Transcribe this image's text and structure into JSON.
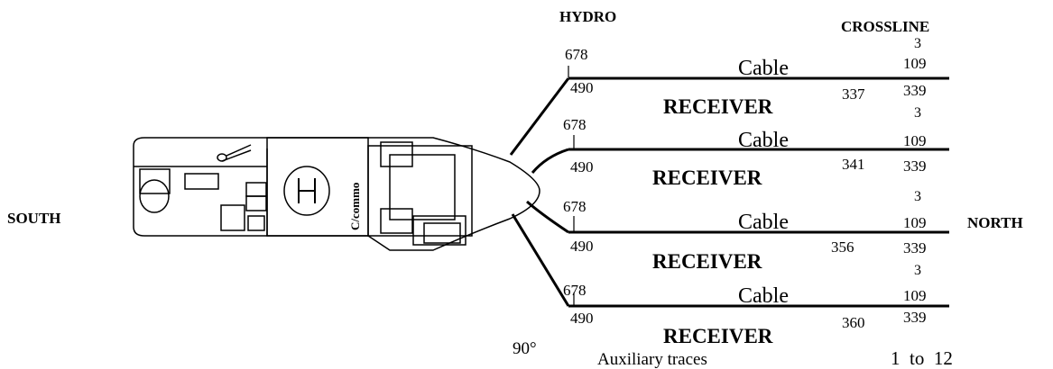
{
  "labels": {
    "hydro": "HYDRO",
    "crossline": "CROSSLINE",
    "south": "SOUTH",
    "north": "NORTH",
    "angle": "90°",
    "auxiliary": "Auxiliary traces",
    "aux_range": "1  to  12"
  },
  "vessel": {
    "helipad_letter": "H",
    "compartment_label": "C/commo"
  },
  "streamers": [
    {
      "hydro_top": "678",
      "hydro_bottom": "490",
      "cable_label": "Cable",
      "receiver_label": "RECEIVER",
      "cross_top": "3",
      "cross_mid": "109",
      "cross_bottom": "339",
      "mid_value": "337"
    },
    {
      "hydro_top": "678",
      "hydro_bottom": "490",
      "cable_label": "Cable",
      "receiver_label": "RECEIVER",
      "cross_top": "3",
      "cross_mid": "109",
      "cross_bottom": "339",
      "mid_value": "341"
    },
    {
      "hydro_top": "678",
      "hydro_bottom": "490",
      "cable_label": "Cable",
      "receiver_label": "RECEIVER",
      "cross_top": "3",
      "cross_mid": "109",
      "cross_bottom": "339",
      "mid_value": "356"
    },
    {
      "hydro_top": "678",
      "hydro_bottom": "490",
      "cable_label": "Cable",
      "receiver_label": "RECEIVER",
      "cross_top": "3",
      "cross_mid": "109",
      "cross_bottom": "339",
      "mid_value": "360"
    }
  ]
}
